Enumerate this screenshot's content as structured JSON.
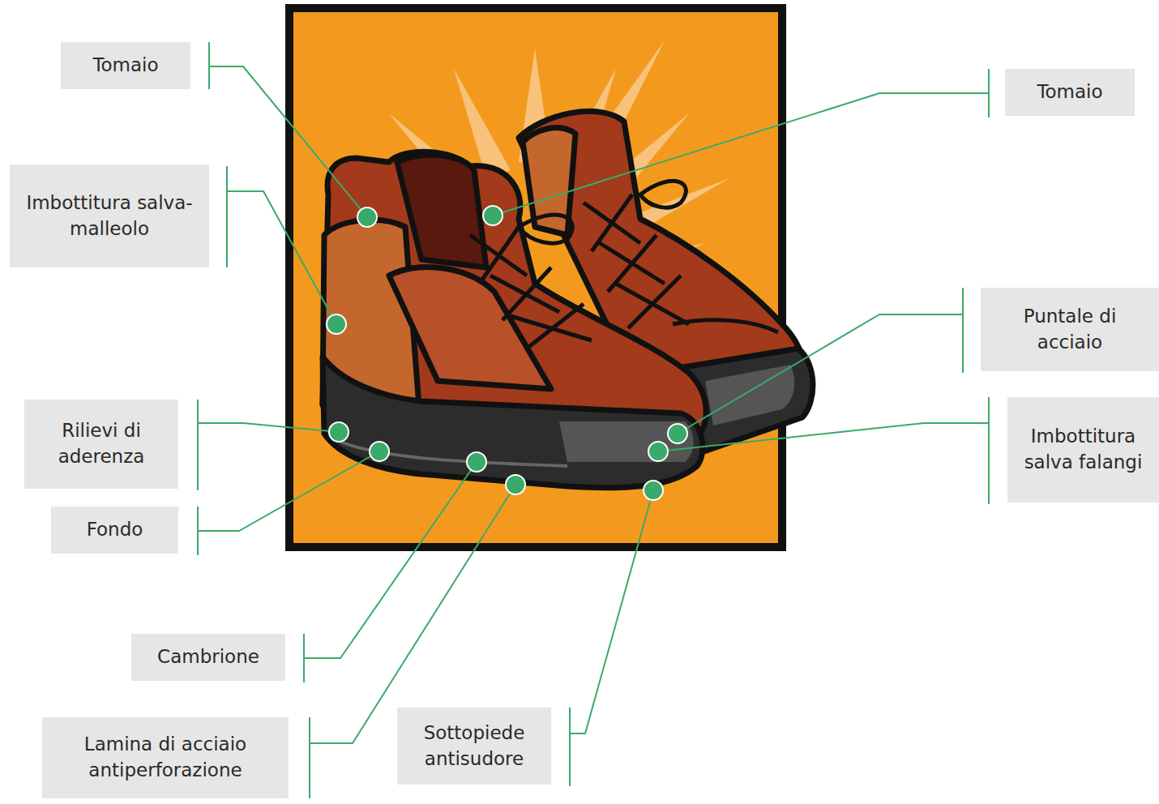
{
  "diagram": {
    "nodes": [
      {
        "text": [
          "Tomaio"
        ]
      },
      {
        "text": [
          "Imbottitura salva-malleolo"
        ]
      },
      {
        "text": [
          "Rilievi di aderenza"
        ]
      },
      {
        "text": [
          "Fondo"
        ]
      },
      {
        "text": [
          "Cambrione"
        ]
      },
      {
        "text": [
          "Lamina di acciaio antiperforazione"
        ]
      },
      {
        "text": [
          "Sottopiede antisudore"
        ]
      },
      {
        "text": [
          "Tomaio"
        ]
      },
      {
        "text": [
          "Puntale di acciaio"
        ]
      },
      {
        "text": [
          "Imbottitura salva falangi"
        ]
      }
    ]
  }
}
